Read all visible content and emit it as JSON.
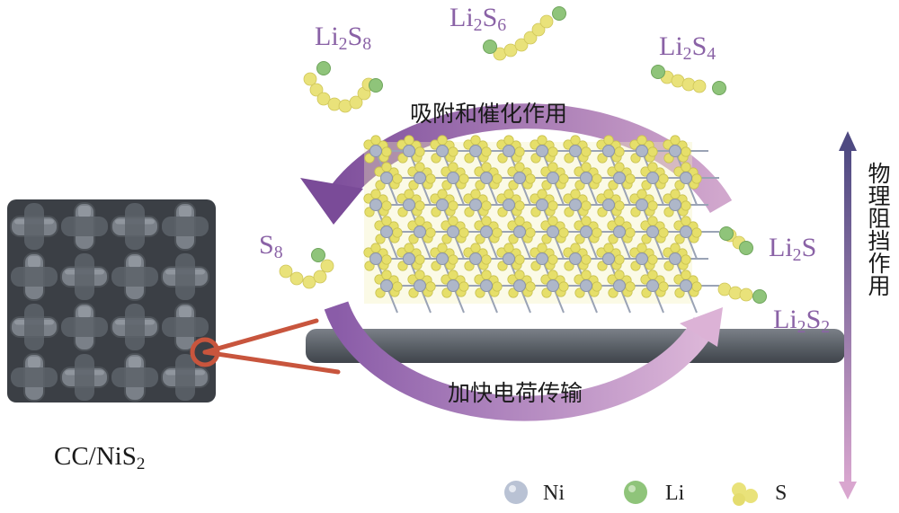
{
  "figure": {
    "substrate_label": "CC/NiS",
    "substrate_sub": "2",
    "top_arc_text": "吸附和催化作用",
    "bottom_arc_text": "加快电荷传输",
    "vertical_text": "物理阻挡作用",
    "species": [
      {
        "main": "Li",
        "sub1": "2",
        "mid": "S",
        "sub2": "8"
      },
      {
        "main": "Li",
        "sub1": "2",
        "mid": "S",
        "sub2": "6"
      },
      {
        "main": "Li",
        "sub1": "2",
        "mid": "S",
        "sub2": "4"
      },
      {
        "main": "S",
        "sub1": "8",
        "mid": "",
        "sub2": ""
      },
      {
        "main": "Li",
        "sub1": "2",
        "mid": "S",
        "sub2": ""
      },
      {
        "main": "Li",
        "sub1": "2",
        "mid": "S",
        "sub2": "2"
      }
    ],
    "legend": [
      {
        "label": "Ni",
        "color": "#b9c2d4"
      },
      {
        "label": "Li",
        "color": "#8fc47a"
      },
      {
        "label": "S",
        "color": "#e9e27a"
      }
    ],
    "colors": {
      "arrow_purple": "#8a5fa5",
      "arrow_pink": "#c79ac6",
      "label_purple": "#8a62a6",
      "lead_red": "#c8553d",
      "rod_gray": "#5b6168"
    }
  }
}
